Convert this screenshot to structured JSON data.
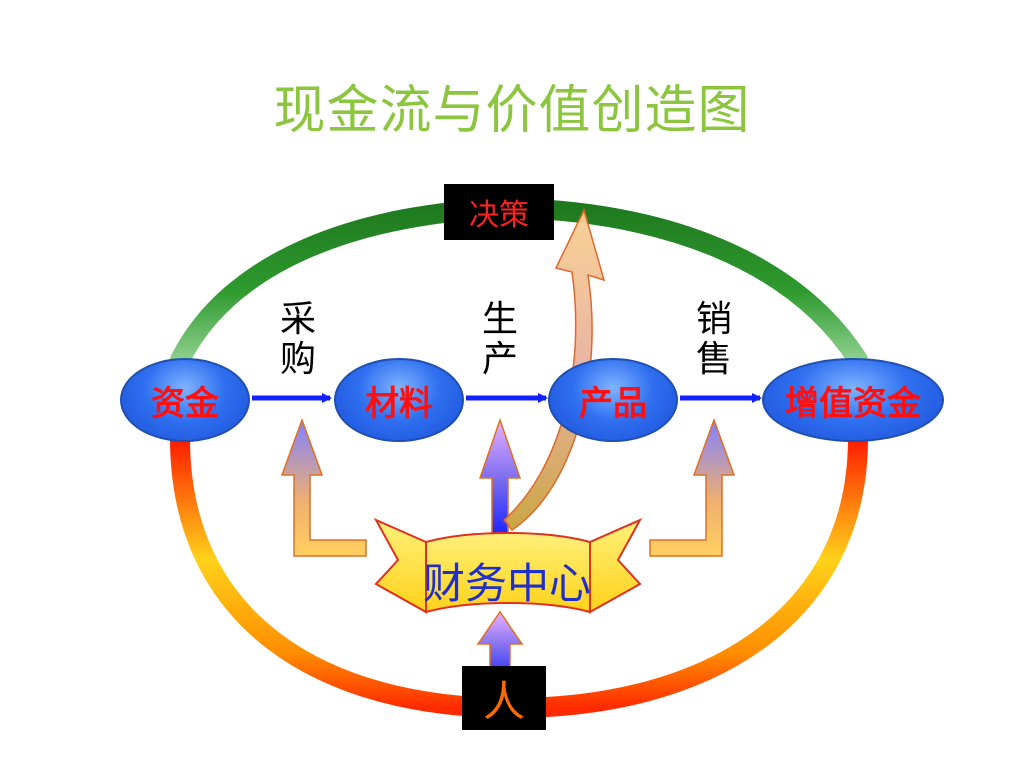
{
  "title": "现金流与价值创造图",
  "nodes": {
    "capital": "资金",
    "materials": "材料",
    "products": "产品",
    "added_value_capital": "增值资金"
  },
  "flow_labels": {
    "purchase": [
      "采",
      "购"
    ],
    "production": [
      "生",
      "产"
    ],
    "sales": [
      "销",
      "售"
    ]
  },
  "decision": "决策",
  "finance_center": "财务中心",
  "person": "人",
  "colors": {
    "title": "#8cc63f",
    "node_text": "#ff1010",
    "node_fill": "#2f6ff0",
    "ring_top": "#1f7a1f",
    "ring_bottom_start": "#ff0000",
    "ring_bottom_mid": "#ffdd00",
    "flow_arrow": "#1020ff",
    "banner_fill": "#ffe24a",
    "center_text": "#1f2fc8"
  }
}
